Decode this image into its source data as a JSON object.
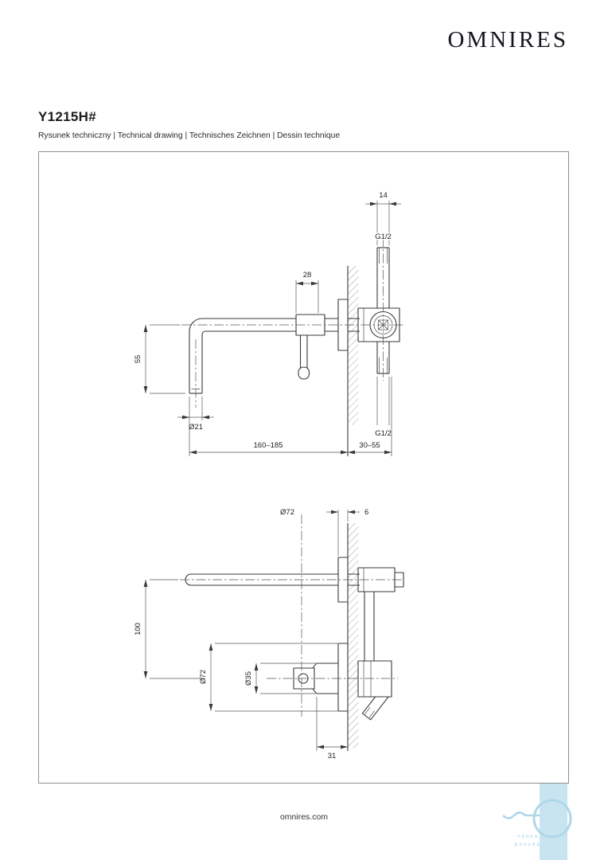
{
  "brand": {
    "logo": "OMNIRES"
  },
  "header": {
    "product_code": "Y1215H#",
    "subtitle": "Rysunek techniczny | Technical drawing | Technisches Zeichnen | Dessin technique"
  },
  "drawing_top": {
    "pipe_width": "14",
    "thread_top": "G1/2",
    "cartridge_offset": "28",
    "spout_drop": "55",
    "spout_diameter": "Ø21",
    "thread_bottom": "G1/2",
    "spout_reach": "160–185",
    "wall_depth": "30–55"
  },
  "drawing_bottom": {
    "rosette_diameter": "Ø72",
    "rosette_thickness": "6",
    "axis_distance": "100",
    "rosette_diameter_side": "Ø72",
    "handle_diameter": "Ø35",
    "handle_depth": "31"
  },
  "footer": {
    "website": "omnires.com"
  },
  "watermark": {
    "line1": "vanna",
    "line2": "posuda"
  },
  "colors": {
    "line": "#3a3a3a",
    "watermark_blue": "#aed7e9"
  }
}
